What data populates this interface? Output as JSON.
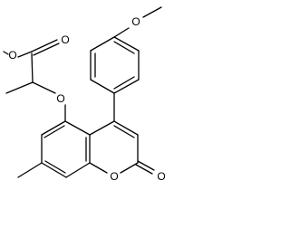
{
  "molecule": {
    "atom_labels": {
      "ester_carbonyl_oxygen": "O",
      "ester_ether_oxygen": "O",
      "ether_oxygen": "O",
      "methoxy_oxygen": "O",
      "ring_oxygen": "O",
      "lactone_carbonyl_oxygen": "O"
    },
    "colors": {
      "bond": "#000000",
      "label": "#000000",
      "background": "#ffffff"
    }
  }
}
